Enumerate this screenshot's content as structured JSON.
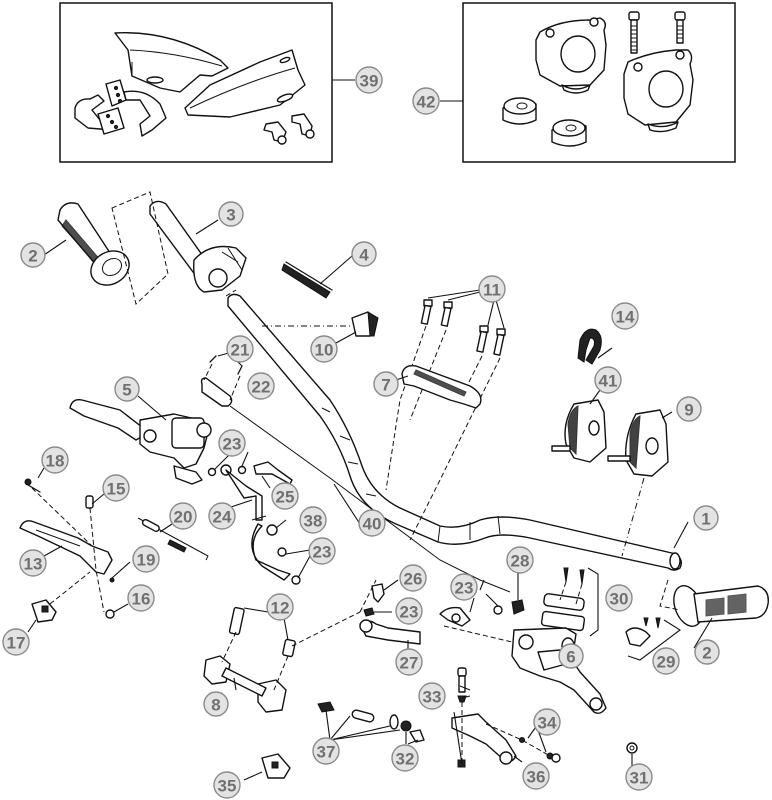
{
  "diagram": {
    "title": "Handlebar assembly exploded view",
    "callout_color_fill": "#e3e3e3",
    "callout_color_text": "#707070",
    "kit_boxes": [
      {
        "id": "handguard-kit",
        "label": "39"
      },
      {
        "id": "riser-kit",
        "label": "42"
      }
    ],
    "callouts": [
      {
        "id": "c1",
        "label": "1",
        "part": "handlebar"
      },
      {
        "id": "c2a",
        "label": "2",
        "part": "grip-left"
      },
      {
        "id": "c2b",
        "label": "2",
        "part": "grip-right"
      },
      {
        "id": "c3",
        "label": "3",
        "part": "throttle-assembly"
      },
      {
        "id": "c4",
        "label": "4",
        "part": "throttle-cables"
      },
      {
        "id": "c5",
        "label": "5",
        "part": "clutch-master-cylinder"
      },
      {
        "id": "c6",
        "label": "6",
        "part": "brake-master-cylinder"
      },
      {
        "id": "c7",
        "label": "7",
        "part": "upper-clamp"
      },
      {
        "id": "c8",
        "label": "8",
        "part": "lower-clamp"
      },
      {
        "id": "c9",
        "label": "9",
        "part": "switch-right"
      },
      {
        "id": "c10",
        "label": "10",
        "part": "kill-switch"
      },
      {
        "id": "c11",
        "label": "11",
        "part": "clamp-bolts"
      },
      {
        "id": "c12",
        "label": "12",
        "part": "lower-clamp-bolts"
      },
      {
        "id": "c13",
        "label": "13",
        "part": "clutch-lever"
      },
      {
        "id": "c14",
        "label": "14",
        "part": "cable-clip"
      },
      {
        "id": "c15",
        "label": "15",
        "part": "lever-pivot-bolt"
      },
      {
        "id": "c16",
        "label": "16",
        "part": "lever-nut"
      },
      {
        "id": "c17",
        "label": "17",
        "part": "lever-boot"
      },
      {
        "id": "c18",
        "label": "18",
        "part": "adjuster-screw"
      },
      {
        "id": "c19",
        "label": "19",
        "part": "pin"
      },
      {
        "id": "c20",
        "label": "20",
        "part": "spring-set"
      },
      {
        "id": "c21",
        "label": "21",
        "part": "cover-screws"
      },
      {
        "id": "c22",
        "label": "22",
        "part": "reservoir-cover"
      },
      {
        "id": "c23a",
        "label": "23",
        "part": "washer"
      },
      {
        "id": "c23b",
        "label": "23",
        "part": "washer"
      },
      {
        "id": "c23c",
        "label": "23",
        "part": "washer"
      },
      {
        "id": "c23d",
        "label": "23",
        "part": "washer"
      },
      {
        "id": "c24",
        "label": "24",
        "part": "clutch-hose"
      },
      {
        "id": "c25",
        "label": "25",
        "part": "banjo-bolt"
      },
      {
        "id": "c26",
        "label": "26",
        "part": "bleeder"
      },
      {
        "id": "c27",
        "label": "27",
        "part": "brake-hose"
      },
      {
        "id": "c28",
        "label": "28",
        "part": "banjo-bolt"
      },
      {
        "id": "c29",
        "label": "29",
        "part": "mc-clamp"
      },
      {
        "id": "c30",
        "label": "30",
        "part": "reservoir-cap-set"
      },
      {
        "id": "c31",
        "label": "31",
        "part": "nut"
      },
      {
        "id": "c32",
        "label": "32",
        "part": "adjuster-set"
      },
      {
        "id": "c33",
        "label": "33",
        "part": "pivot-bolt-set"
      },
      {
        "id": "c34",
        "label": "34",
        "part": "lever-hardware"
      },
      {
        "id": "c35",
        "label": "35",
        "part": "lever-boot"
      },
      {
        "id": "c36",
        "label": "36",
        "part": "brake-lever"
      },
      {
        "id": "c37",
        "label": "37",
        "part": "piston-kit"
      },
      {
        "id": "c38",
        "label": "38",
        "part": "hose-fitting"
      },
      {
        "id": "c40",
        "label": "40",
        "part": "cable"
      },
      {
        "id": "c41",
        "label": "41",
        "part": "switch-left"
      }
    ]
  }
}
